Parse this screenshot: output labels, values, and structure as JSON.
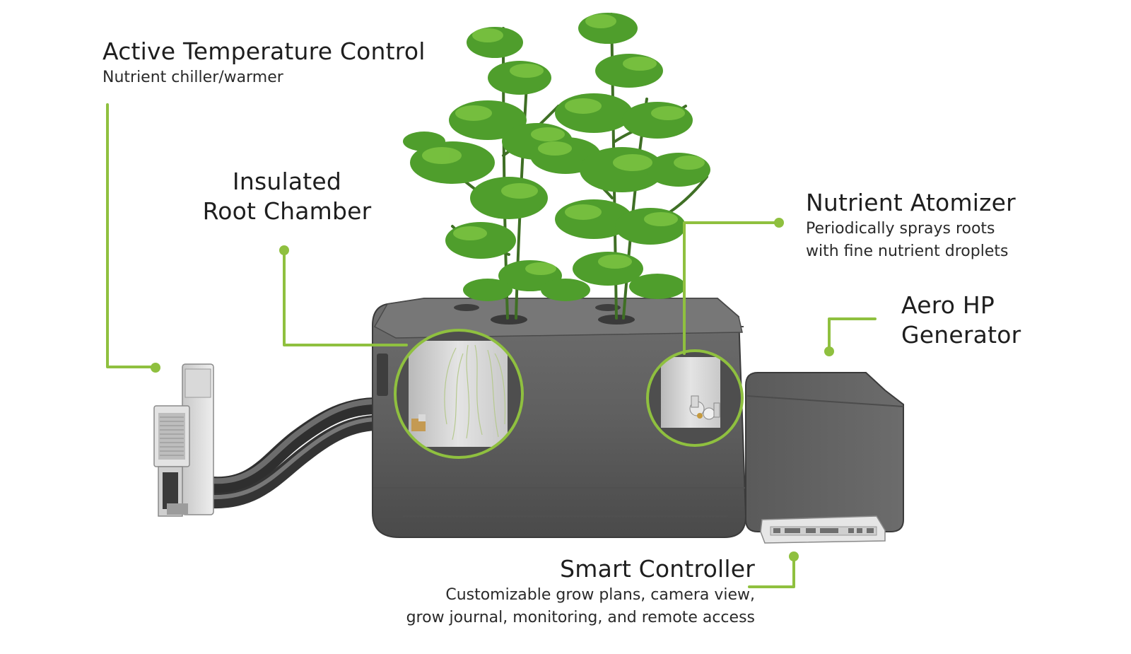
{
  "colors": {
    "leader_line": "#8fc03f",
    "housing": "#5f5f5f",
    "housing_dark": "#464646",
    "housing_light": "#787878",
    "foliage": "#4f9e2c",
    "foliage_light": "#7cc442",
    "text": "#1e1e1e"
  },
  "callouts": {
    "temperature": {
      "title": "Active Temperature Control",
      "subtitle": "Nutrient chiller/warmer"
    },
    "root_chamber": {
      "title_line1": "Insulated",
      "title_line2": "Root Chamber"
    },
    "atomizer": {
      "title": "Nutrient Atomizer",
      "subtitle_line1": "Periodically sprays roots",
      "subtitle_line2": "with fine nutrient droplets"
    },
    "generator": {
      "title_line1": "Aero HP",
      "title_line2": "Generator"
    },
    "controller": {
      "title": "Smart Controller",
      "subtitle_line1": "Customizable grow plans, camera view,",
      "subtitle_line2": "grow journal, monitoring, and remote access"
    }
  },
  "icons": {
    "plants": "tomato-plant-icon",
    "chiller": "chiller-unit-icon",
    "atomizer": "atomizer-nozzle-icon",
    "controller": "controller-panel-icon"
  }
}
